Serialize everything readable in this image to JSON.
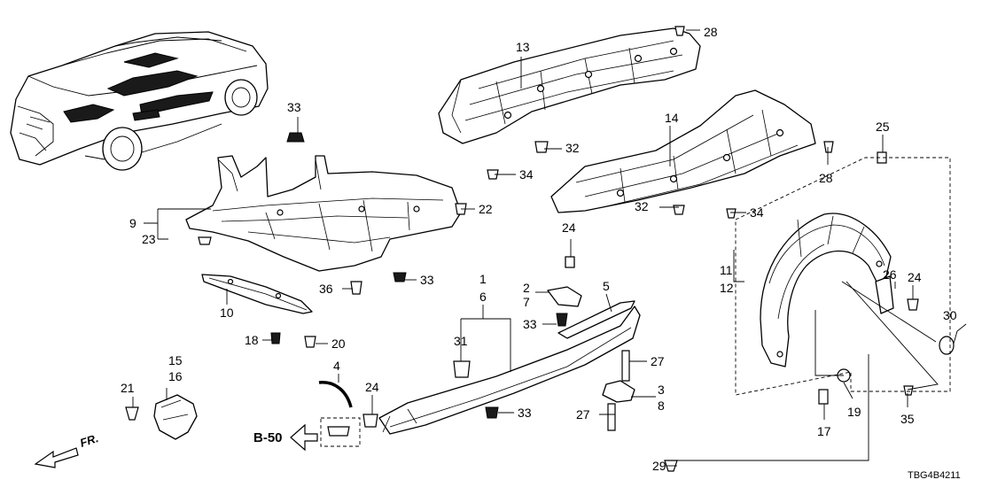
{
  "diagram_code": "TBG4B4211",
  "reference": {
    "label": "B-50"
  },
  "front_label": "FR.",
  "callouts": {
    "c1": "1",
    "c2": "2",
    "c3": "3",
    "c4": "4",
    "c5": "5",
    "c6": "6",
    "c7": "7",
    "c8": "8",
    "c9": "9",
    "c10": "10",
    "c11": "11",
    "c12": "12",
    "c13": "13",
    "c14": "14",
    "c15": "15",
    "c16": "16",
    "c17": "17",
    "c18": "18",
    "c19": "19",
    "c20": "20",
    "c21": "21",
    "c22": "22",
    "c23": "23",
    "c24": "24",
    "c25": "25",
    "c26": "26",
    "c27": "27",
    "c28": "28",
    "c29": "29",
    "c30": "30",
    "c31": "31",
    "c32": "32",
    "c33": "33",
    "c34": "34",
    "c35": "35",
    "c36": "36"
  },
  "colors": {
    "line": "#000000",
    "background": "#ffffff",
    "shading": "#1a1a1a"
  }
}
